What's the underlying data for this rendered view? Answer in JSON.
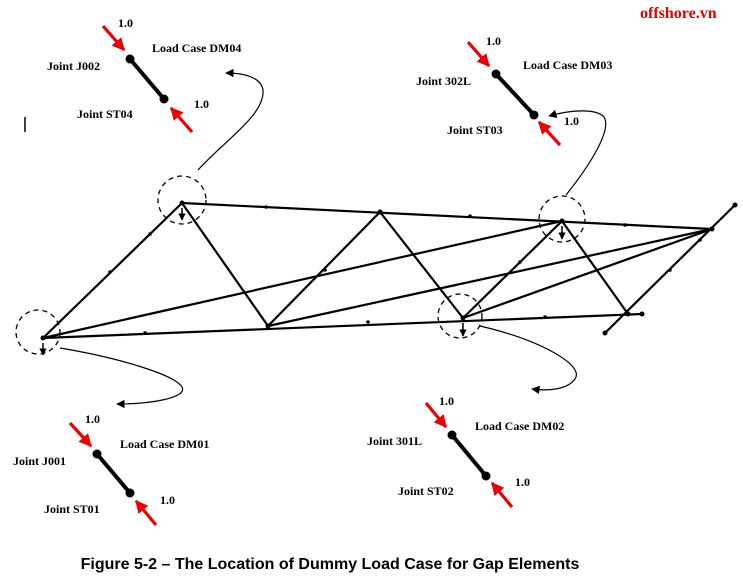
{
  "watermark": "offshore.vn",
  "caption": "Figure 5-2 – The Location of Dummy Load Case for Gap Elements",
  "colors": {
    "force_arrow": "#ee0000",
    "watermark": "#e60000",
    "lines": "#000000"
  },
  "groups": {
    "dm04": {
      "load_case": "Load Case DM04",
      "joint_top": "Joint J002",
      "joint_bottom": "Joint ST04",
      "force_top": "1.0",
      "force_bottom": "1.0"
    },
    "dm03": {
      "load_case": "Load Case DM03",
      "joint_top": "Joint 302L",
      "joint_bottom": "Joint ST03",
      "force_top": "1.0",
      "force_bottom": "1.0"
    },
    "dm01": {
      "load_case": "Load Case DM01",
      "joint_top": "Joint J001",
      "joint_bottom": "Joint ST01",
      "force_top": "1.0",
      "force_bottom": "1.0"
    },
    "dm02": {
      "load_case": "Load Case DM02",
      "joint_top": "Joint 301L",
      "joint_bottom": "Joint ST02",
      "force_top": "1.0",
      "force_bottom": "1.0"
    }
  }
}
